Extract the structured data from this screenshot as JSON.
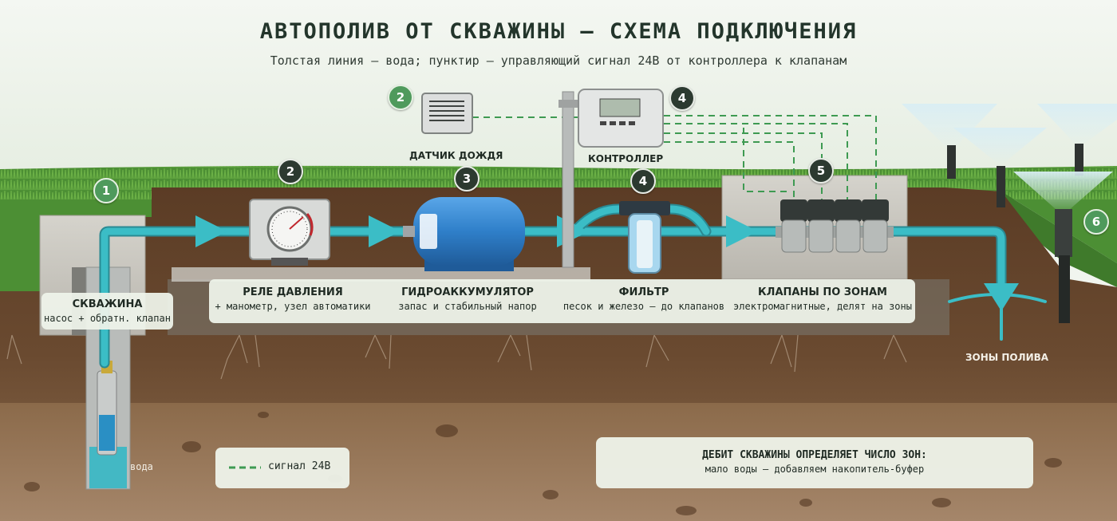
{
  "header": {
    "title": "АВТОПОЛИВ ОТ СКВАЖИНЫ — СХЕМА ПОДКЛЮЧЕНИЯ",
    "subtitle": "Толстая линия — вода; пунктир — управляющий сигнал 24В от контроллера к клапанам"
  },
  "components": {
    "well": {
      "badge": "1",
      "title": "СКВАЖИНА",
      "sub": "насос + обратн. клапан",
      "water_label": "вода"
    },
    "relay": {
      "badge": "2",
      "title": "РЕЛЕ ДАВЛЕНИЯ",
      "sub": "+ манометр, узел автоматики"
    },
    "rain_sensor": {
      "badge": "2",
      "title": "ДАТЧИК ДОЖДЯ"
    },
    "accumulator": {
      "badge": "3",
      "title": "ГИДРОАККУМУЛЯТОР",
      "sub": "запас и стабильный напор"
    },
    "controller": {
      "badge": "4",
      "title": "КОНТРОЛЛЕР"
    },
    "filter": {
      "badge": "4",
      "title": "ФИЛЬТР",
      "sub": "песок и железо — до клапанов"
    },
    "valves": {
      "badge": "5",
      "title": "КЛАПАНЫ ПО ЗОНАМ",
      "sub": "электромагнитные, делят на зоны"
    },
    "zones": {
      "badge": "6",
      "title": "ЗОНЫ ПОЛИВА"
    }
  },
  "legend": {
    "signal_label": "сигнал 24В"
  },
  "note": {
    "title": "ДЕБИТ СКВАЖИНЫ ОПРЕДЕЛЯЕТ ЧИСЛО ЗОН:",
    "sub": "мало воды — добавляем накопитель-буфер"
  },
  "colors": {
    "water_pipe": "#3bbdc6",
    "signal_line": "#3e9a52",
    "soil": "#5a3b24",
    "grass": "#4c8f34",
    "tank": "#2f7fc9"
  }
}
